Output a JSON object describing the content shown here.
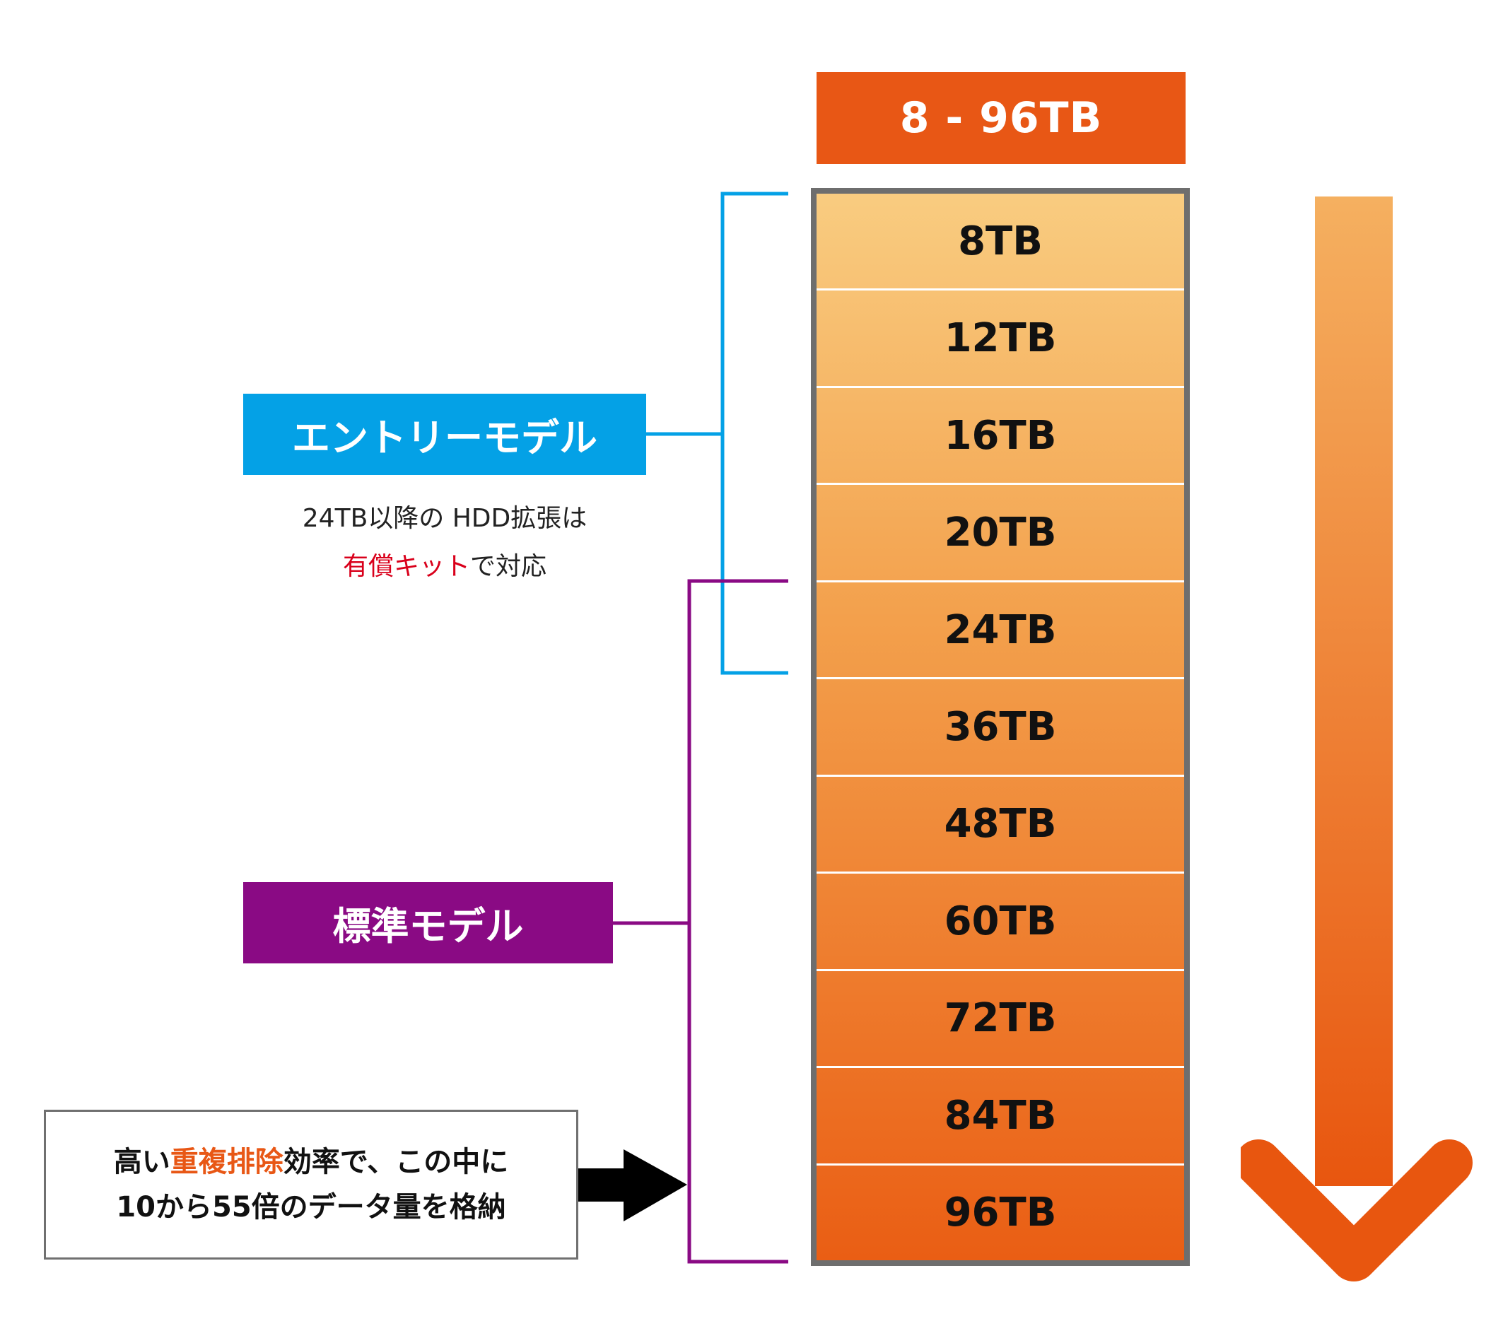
{
  "title": "8 - 96TB",
  "capacities": [
    "8TB",
    "12TB",
    "16TB",
    "20TB",
    "24TB",
    "36TB",
    "48TB",
    "60TB",
    "72TB",
    "84TB",
    "96TB"
  ],
  "entry_model": {
    "label": "エントリーモデル",
    "note_line1": "24TB以降の HDD拡張は",
    "note_highlight": "有償キット",
    "note_line2_rest": "で対応"
  },
  "standard_model": {
    "label": "標準モデル"
  },
  "callout": {
    "line1_prefix": "高い",
    "line1_highlight": "重複排除",
    "line1_suffix": "効率で、この中に",
    "line2": "10から55倍のデータ量を格納"
  },
  "colors": {
    "accent_orange": "#e85715",
    "entry_blue": "#04a1e6",
    "standard_purple": "#8a0a84",
    "highlight_red": "#d9001b"
  }
}
